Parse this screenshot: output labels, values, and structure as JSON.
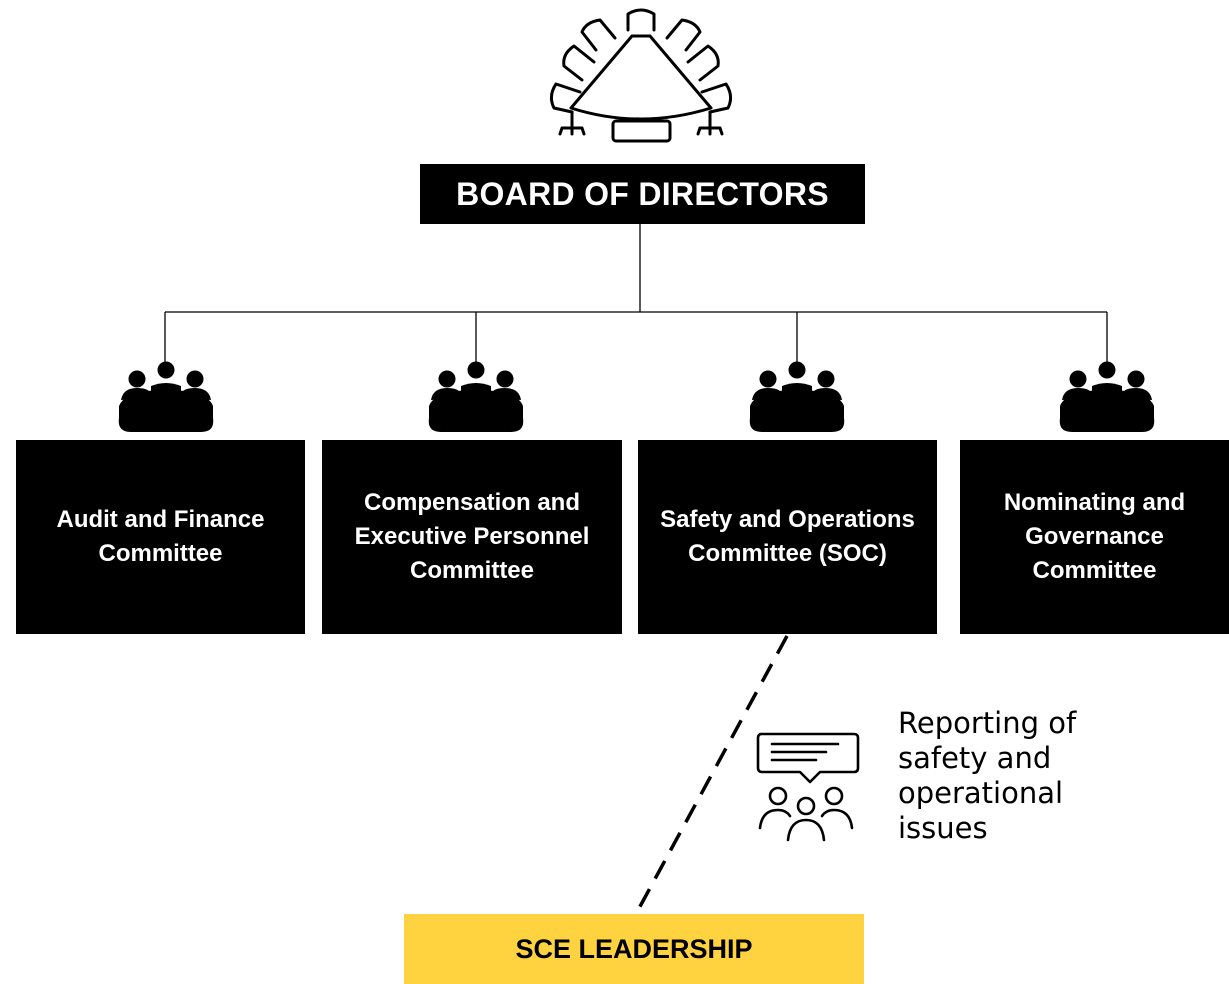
{
  "board": {
    "label": "BOARD OF DIRECTORS",
    "icon": "boardroom-table-icon"
  },
  "committees": [
    {
      "label": "Audit and Finance Committee",
      "icon": "committee-meeting-icon"
    },
    {
      "label": "Compensation and Executive Personnel Committee",
      "icon": "committee-meeting-icon"
    },
    {
      "label": "Safety and Operations Committee (SOC)",
      "icon": "committee-meeting-icon"
    },
    {
      "label": "Nominating and Governance Committee",
      "icon": "committee-meeting-icon"
    }
  ],
  "reporting": {
    "label": "Reporting of safety and operational issues",
    "icon": "team-communication-icon"
  },
  "leadership": {
    "label": "SCE LEADERSHIP"
  },
  "colors": {
    "box": "#000000",
    "box_text": "#ffffff",
    "leadership_box": "#FFD23F",
    "line": "#000000"
  }
}
